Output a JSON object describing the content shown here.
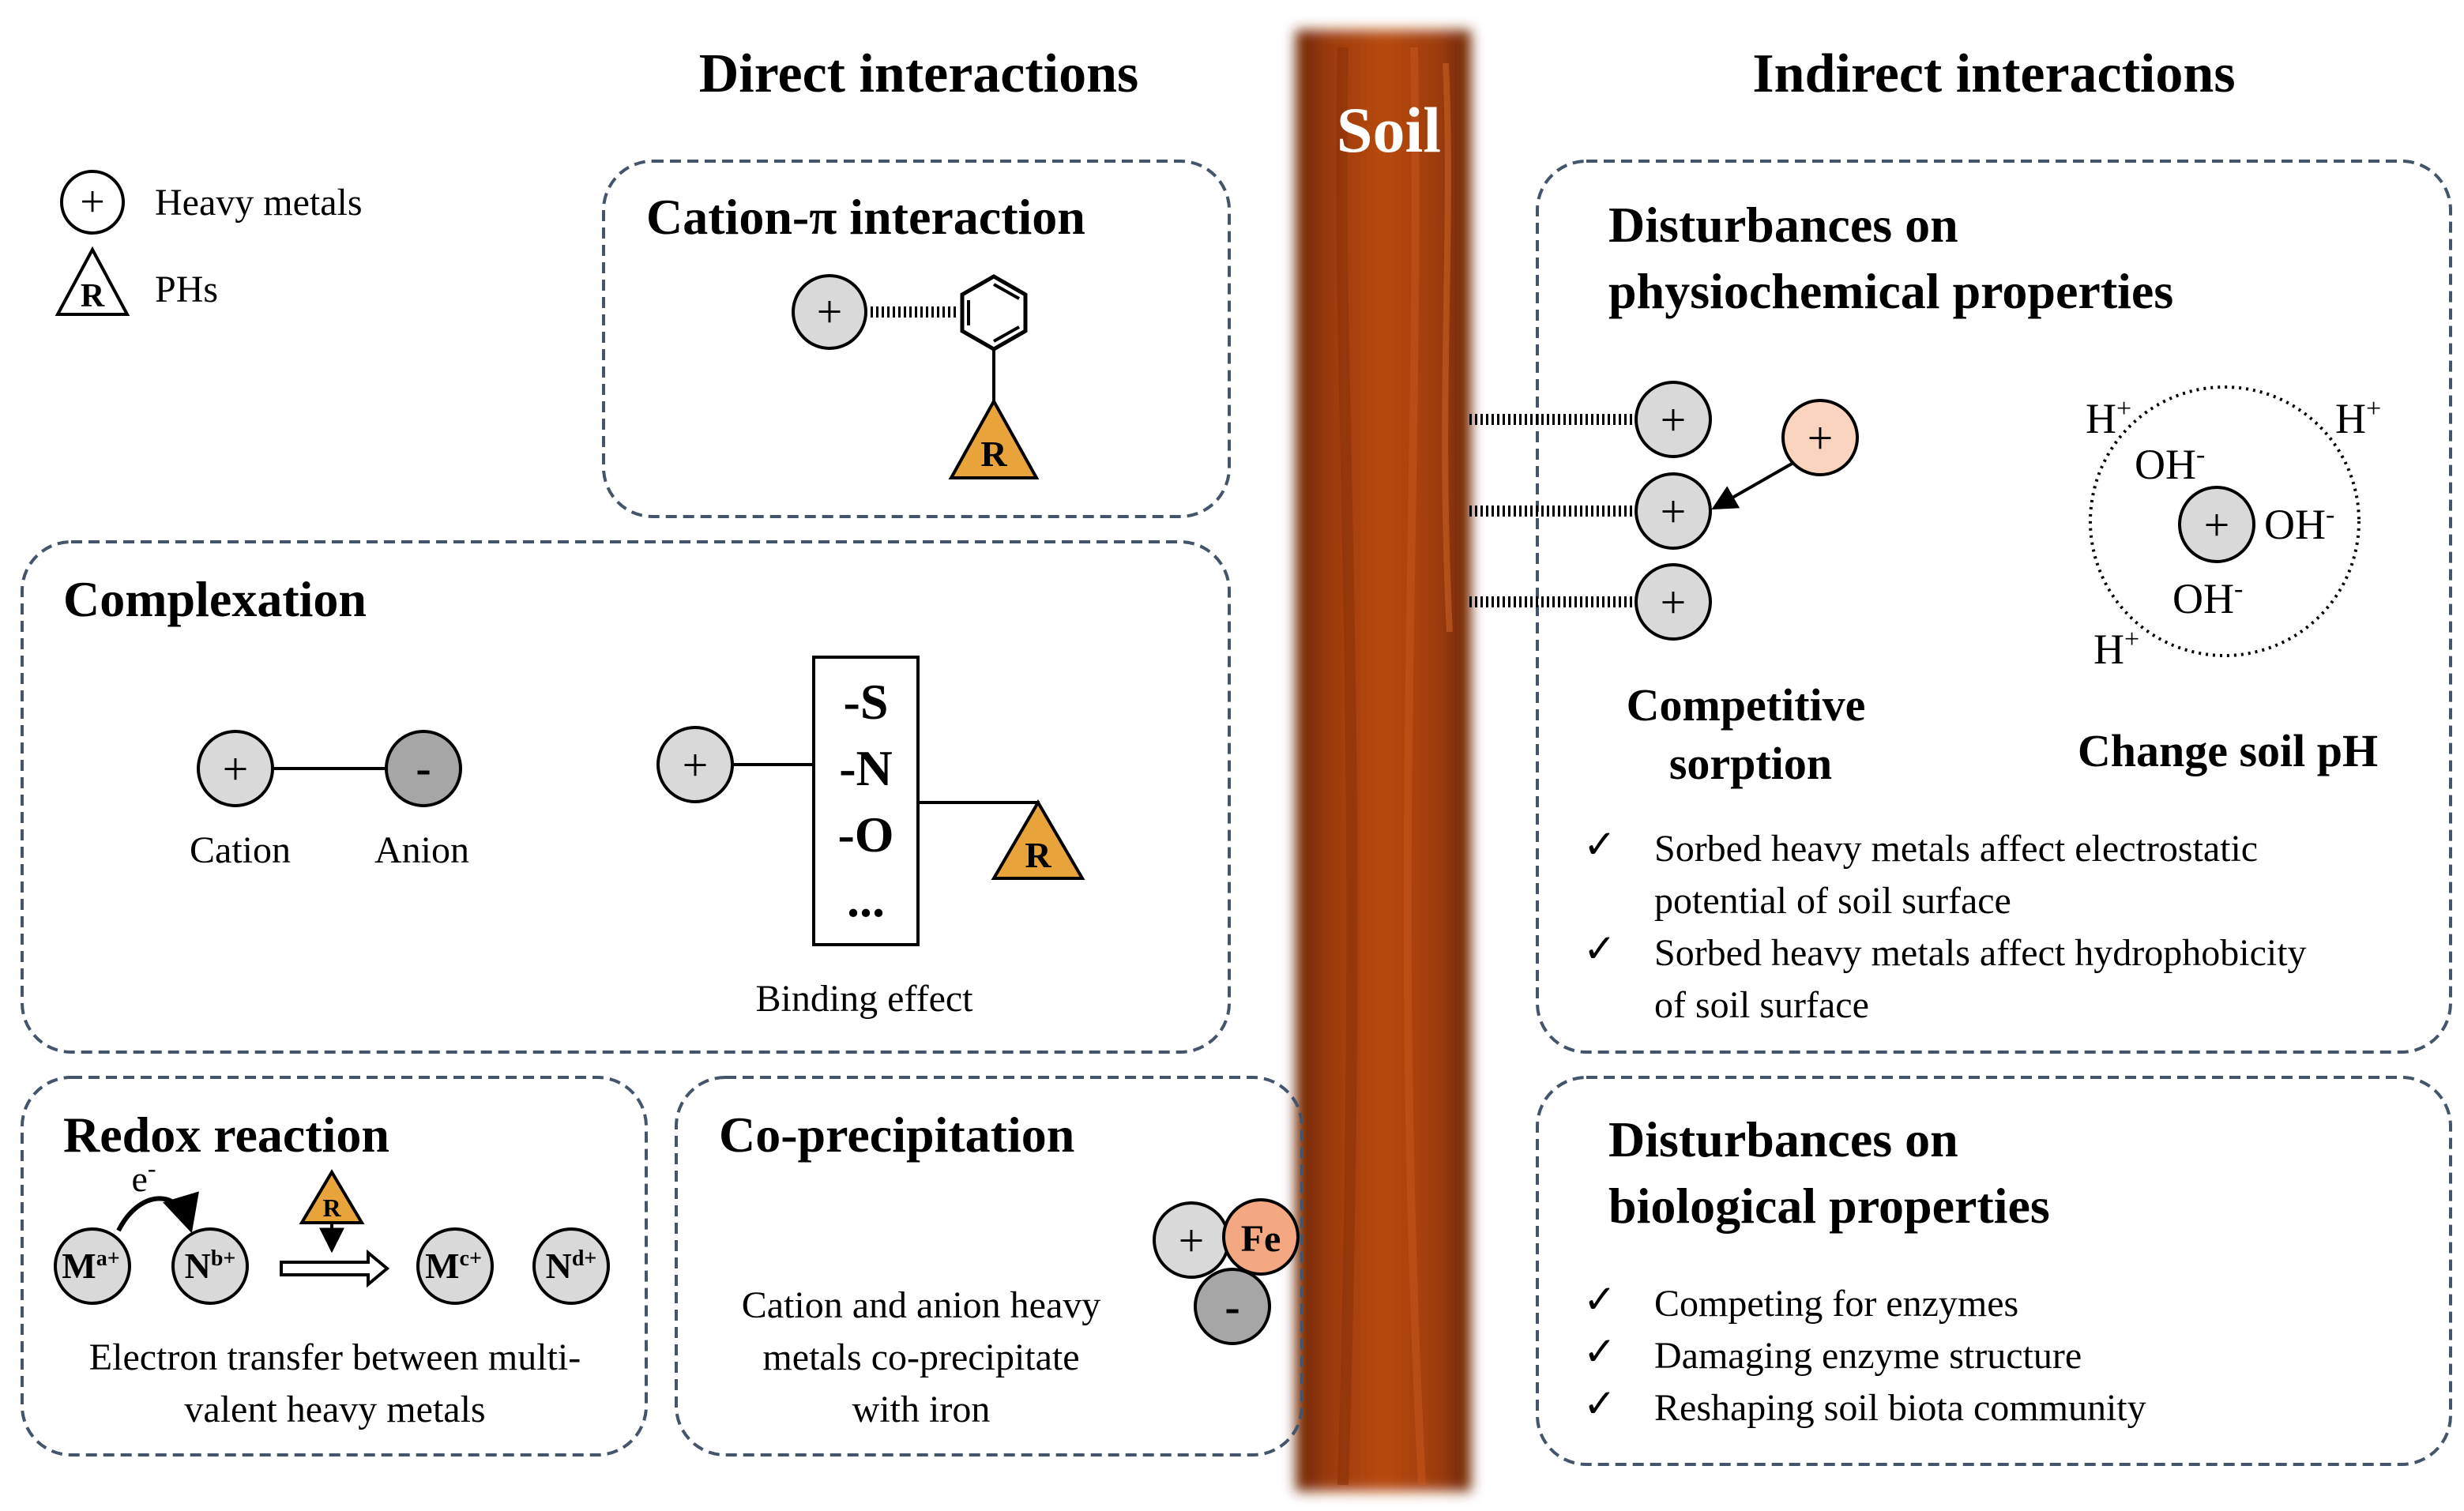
{
  "headers": {
    "direct": "Direct interactions",
    "indirect": "Indirect interactions",
    "soil": "Soil"
  },
  "legend": {
    "heavy_metals": "Heavy  metals",
    "phs": "PHs",
    "plus_symbol": "+",
    "r_symbol": "R"
  },
  "cation_pi": {
    "title": "Cation-π interaction",
    "plus": "+",
    "r": "R"
  },
  "complexation": {
    "title": "Complexation",
    "cation_symbol": "+",
    "anion_symbol": "-",
    "cation_label": "Cation",
    "anion_label": "Anion",
    "binding_plus": "+",
    "groups": [
      "-S",
      "-N",
      "-O",
      "..."
    ],
    "r": "R",
    "binding_label": "Binding  effect"
  },
  "redox": {
    "title": "Redox reaction",
    "electron": "e",
    "electron_sup": "-",
    "m_a": "M",
    "m_a_sup": "a+",
    "n_b": "N",
    "n_b_sup": "b+",
    "m_c": "M",
    "m_c_sup": "c+",
    "n_d": "N",
    "n_d_sup": "d+",
    "r": "R",
    "caption_line1": "Electron  transfer  between  multi-",
    "caption_line2": "valent  heavy  metals"
  },
  "coprecip": {
    "title": "Co-precipitation",
    "caption_line1": "Cation  and  anion  heavy",
    "caption_line2": "metals  co-precipitate",
    "caption_line3": "with  iron",
    "plus": "+",
    "fe": "Fe",
    "minus": "-"
  },
  "physio": {
    "title_line1": "Disturbances on",
    "title_line2": "physiochemical properties",
    "plus": "+",
    "competitive_line1": "Competitive",
    "competitive_line2": "sorption",
    "ph_label": "Change soil pH",
    "h": "H",
    "h_sup": "+",
    "oh": "OH",
    "oh_sup": "-",
    "check": "✓",
    "bullets": [
      [
        "Sorbed  heavy  metals  affect  electrostatic",
        "potential  of  soil  surface"
      ],
      [
        "Sorbed  heavy  metals  affect  hydrophobicity",
        "of  soil  surface"
      ]
    ]
  },
  "bio": {
    "title_line1": "Disturbances on",
    "title_line2": "biological properties",
    "check": "✓",
    "bullets": [
      "Competing  for  enzymes",
      "Damaging  enzyme  structure",
      "Reshaping  soil  biota  community"
    ]
  },
  "colors": {
    "circle_fill": "#d9d9d9",
    "minus_fill": "#a6a6a6",
    "triangle_fill": "#e8a33a",
    "sorbent_fill": "#fad4be",
    "fe_fill": "#f4a882",
    "box_border": "#44546a",
    "soil_dark": "#7a2a05",
    "soil_mid": "#b5460e",
    "soil_light": "#c9571a"
  }
}
